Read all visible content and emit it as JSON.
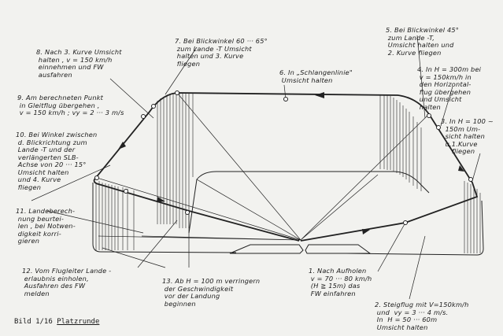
{
  "figure": {
    "caption_prefix": "Bild 1/16",
    "caption_title": "Platzrunde",
    "steps": [
      {
        "id": "1",
        "text": "1. Nach Aufholen\n v = 70 ··· 80 km/h\n (H ≧ 15m) das\n FW einfahren"
      },
      {
        "id": "2",
        "text": "2. Steigflug mit V=150km/h\n und  vy = 3 ··· 4 m/s.\n In  H = 50 ··· 60m\n Umsicht halten"
      },
      {
        "id": "3",
        "text": "3. In H = 100 ~\n  150m Um-\n  sicht halten\n  u.1.Kurve\n     fliegen"
      },
      {
        "id": "4",
        "text": "4. In H = 300m bei\n v = 150km/h in\n den Horizontal-\n flug übergehen\n und Umsicht\n halten"
      },
      {
        "id": "5",
        "text": "5. Bei Blickwinkel 45°\n zum Lande -T,\n Umsicht halten und\n 2. Kurve fliegen"
      },
      {
        "id": "6",
        "text": "6. In „Schlangenlinie\"\n Umsicht halten"
      },
      {
        "id": "7",
        "text": "7. Bei Blickwinkel 60 ··· 65°\n zum Lande -T Umsicht\n halten und 3. Kurve\n fliegen"
      },
      {
        "id": "8",
        "text": "8. Nach 3. Kurve Umsicht\n halten , v = 150 km/h\n einnehmen und FW\n ausfahren"
      },
      {
        "id": "9",
        "text": "9. Am berechneten Punkt\n in Gleitflug übergehen ,\n v = 150 km/h ; vy = 2 ··· 3 m/s"
      },
      {
        "id": "10",
        "text": "10. Bei Winkel zwischen\n d. Blickrichtung zum\n Lande -T und der\n verlängerten SLB-\n Achse von 20 ··· 15°\n Umsicht halten\n und 4. Kurve\n fliegen"
      },
      {
        "id": "11",
        "text": "11. Landeberech-\n nung beurtei-\n len , bei Notwen-\n digkeit korri-\n gieren"
      },
      {
        "id": "12",
        "text": "12. Vom Flugleiter Lande -\n erlaubnis einholen,\n Ausfahren des FW\n melden"
      },
      {
        "id": "13",
        "text": "13. Ab H = 100 m verringern\n der Geschwindigkeit\n vor der Landung\n beginnen"
      }
    ]
  }
}
